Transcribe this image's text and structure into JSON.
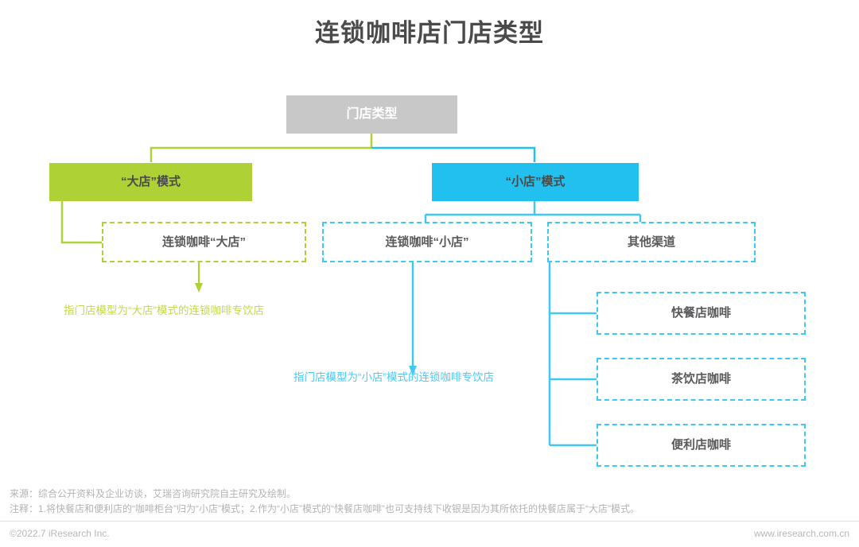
{
  "page": {
    "title": "连锁咖啡店门店类型"
  },
  "colors": {
    "root_gray": "#c8c8c8",
    "green": "#aed136",
    "blue": "#22c0ef",
    "green_dash": "#aed136",
    "blue_dash": "#3fc8f4",
    "annotation_green": "#c3d94e",
    "annotation_blue": "#4ec8f5",
    "text_dark": "#4a4a4a",
    "text_muted": "#b3b3b3"
  },
  "diagram": {
    "type": "tree",
    "root": {
      "label": "门店类型"
    },
    "branches": [
      {
        "key": "big",
        "label": "“大店”模式",
        "color": "green",
        "children": [
          {
            "key": "big-chain",
            "label": "连锁咖啡“大店”"
          }
        ],
        "annotation": "指门店模型为“大店”模式的连锁咖啡专饮店"
      },
      {
        "key": "small",
        "label": "“小店”模式",
        "color": "blue",
        "children": [
          {
            "key": "small-chain",
            "label": "连锁咖啡“小店”"
          },
          {
            "key": "other-channels",
            "label": "其他渠道"
          }
        ],
        "annotation": "指门店模型为“小店”模式的连锁咖啡专饮店"
      }
    ],
    "other_channel_items": [
      {
        "key": "fastfood",
        "label": "快餐店咖啡"
      },
      {
        "key": "teashop",
        "label": "茶饮店咖啡"
      },
      {
        "key": "convenience",
        "label": "便利店咖啡"
      }
    ]
  },
  "footer": {
    "source": "来源：综合公开资料及企业访谈，艾瑞咨询研究院自主研究及绘制。",
    "notes": "注释：1.将快餐店和便利店的“咖啡柜台”归为“小店”模式；2.作为“小店”模式的“快餐店咖啡”也可支持线下收银是因为其所依托的快餐店属于“大店”模式。",
    "copyright": "©2022.7 iResearch Inc.",
    "website": "www.iresearch.com.cn"
  }
}
